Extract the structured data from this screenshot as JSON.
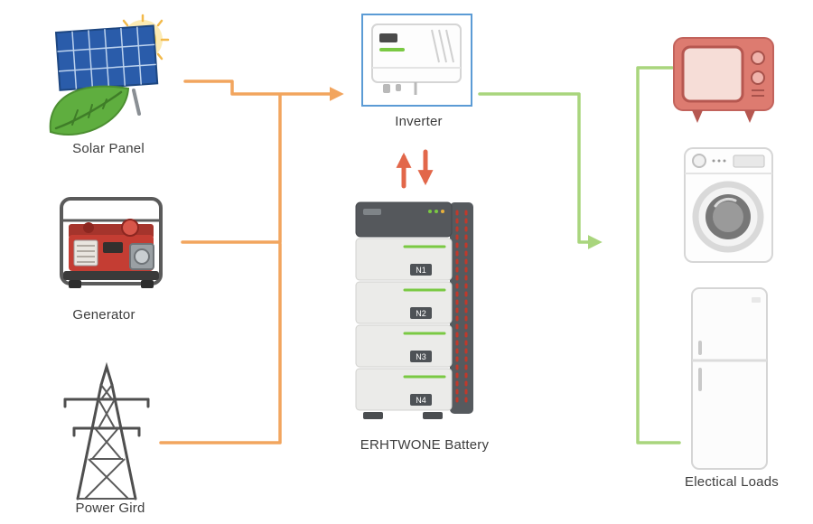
{
  "diagram": {
    "nodes": {
      "solar_panel": {
        "label": "Solar Panel"
      },
      "generator": {
        "label": "Generator"
      },
      "power_grid": {
        "label": "Power Gird"
      },
      "inverter": {
        "label": "Inverter"
      },
      "battery": {
        "label": "ERHTWONE Battery",
        "modules": [
          "N1",
          "N2",
          "N3",
          "N4"
        ]
      },
      "electrical_loads": {
        "label": "Electical Loads"
      }
    },
    "colors": {
      "source_flow": "#f2a55e",
      "battery_flow": "#e2674a",
      "load_flow": "#a9d57d",
      "inverter_box_border": "#5b9bd5"
    }
  }
}
